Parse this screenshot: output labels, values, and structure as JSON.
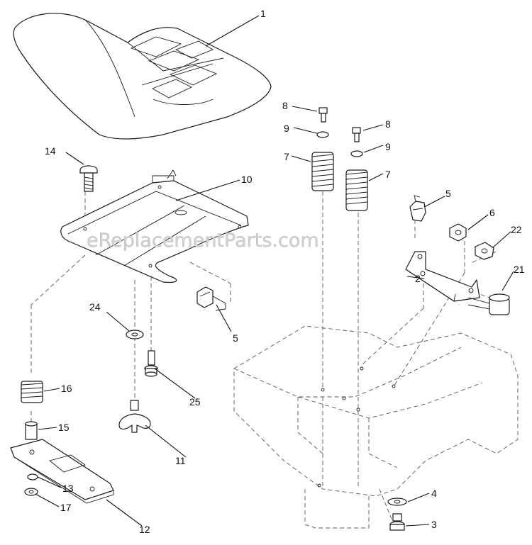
{
  "watermark": "eReplacementParts.com",
  "callouts": [
    {
      "id": "c1",
      "label": "1"
    },
    {
      "id": "c2",
      "label": "2"
    },
    {
      "id": "c3",
      "label": "3"
    },
    {
      "id": "c4",
      "label": "4"
    },
    {
      "id": "c5a",
      "label": "5"
    },
    {
      "id": "c5b",
      "label": "5"
    },
    {
      "id": "c6",
      "label": "6"
    },
    {
      "id": "c7a",
      "label": "7"
    },
    {
      "id": "c7b",
      "label": "7"
    },
    {
      "id": "c8a",
      "label": "8"
    },
    {
      "id": "c8b",
      "label": "8"
    },
    {
      "id": "c9a",
      "label": "9"
    },
    {
      "id": "c9b",
      "label": "9"
    },
    {
      "id": "c10",
      "label": "10"
    },
    {
      "id": "c11",
      "label": "11"
    },
    {
      "id": "c12",
      "label": "12"
    },
    {
      "id": "c13",
      "label": "13"
    },
    {
      "id": "c14",
      "label": "14"
    },
    {
      "id": "c15",
      "label": "15"
    },
    {
      "id": "c16",
      "label": "16"
    },
    {
      "id": "c17",
      "label": "17"
    },
    {
      "id": "c21",
      "label": "21"
    },
    {
      "id": "c22",
      "label": "22"
    },
    {
      "id": "c24",
      "label": "24"
    },
    {
      "id": "c25",
      "label": "25"
    }
  ]
}
